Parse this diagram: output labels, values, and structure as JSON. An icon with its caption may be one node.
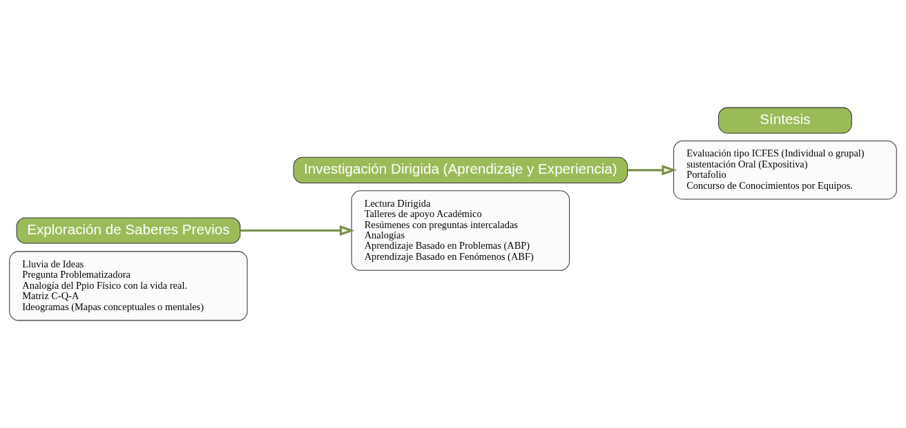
{
  "diagram": {
    "nodes": [
      {
        "text": [
          "Lluvia de Ideas",
          "Pregunta Problematizadora",
          "Analogía del Ppio Físico con la vida real.",
          "Matriz C-Q-A",
          "Ideogramas (Mapas conceptuales o mentales)"
        ]
      },
      {
        "text": [
          "Exploración de Saberes Previos"
        ]
      },
      {
        "text": [
          "Lectura Dirigida",
          "Talleres de apoyo Académico",
          "Resúmenes con preguntas intercaladas",
          "Analogías",
          "Aprendizaje Basado en Problemas (ABP)",
          "Aprendizaje Basado en Fenómenos (ABF)"
        ]
      },
      {
        "text": [
          "Investigación Dirigida (Aprendizaje y Experiencia)"
        ]
      },
      {
        "text": [
          "Evaluación tipo ICFES (Individual o grupal)",
          "sustentación Oral (Expositiva)",
          "Portafolio",
          "Concurso de Conocimientos por Equipos."
        ]
      },
      {
        "text": [
          "Síntesis"
        ]
      }
    ],
    "edges": [
      {
        "from": 1,
        "to": 2,
        "arrow": "to"
      },
      {
        "from": 3,
        "to": 4,
        "arrow": "to"
      }
    ]
  }
}
